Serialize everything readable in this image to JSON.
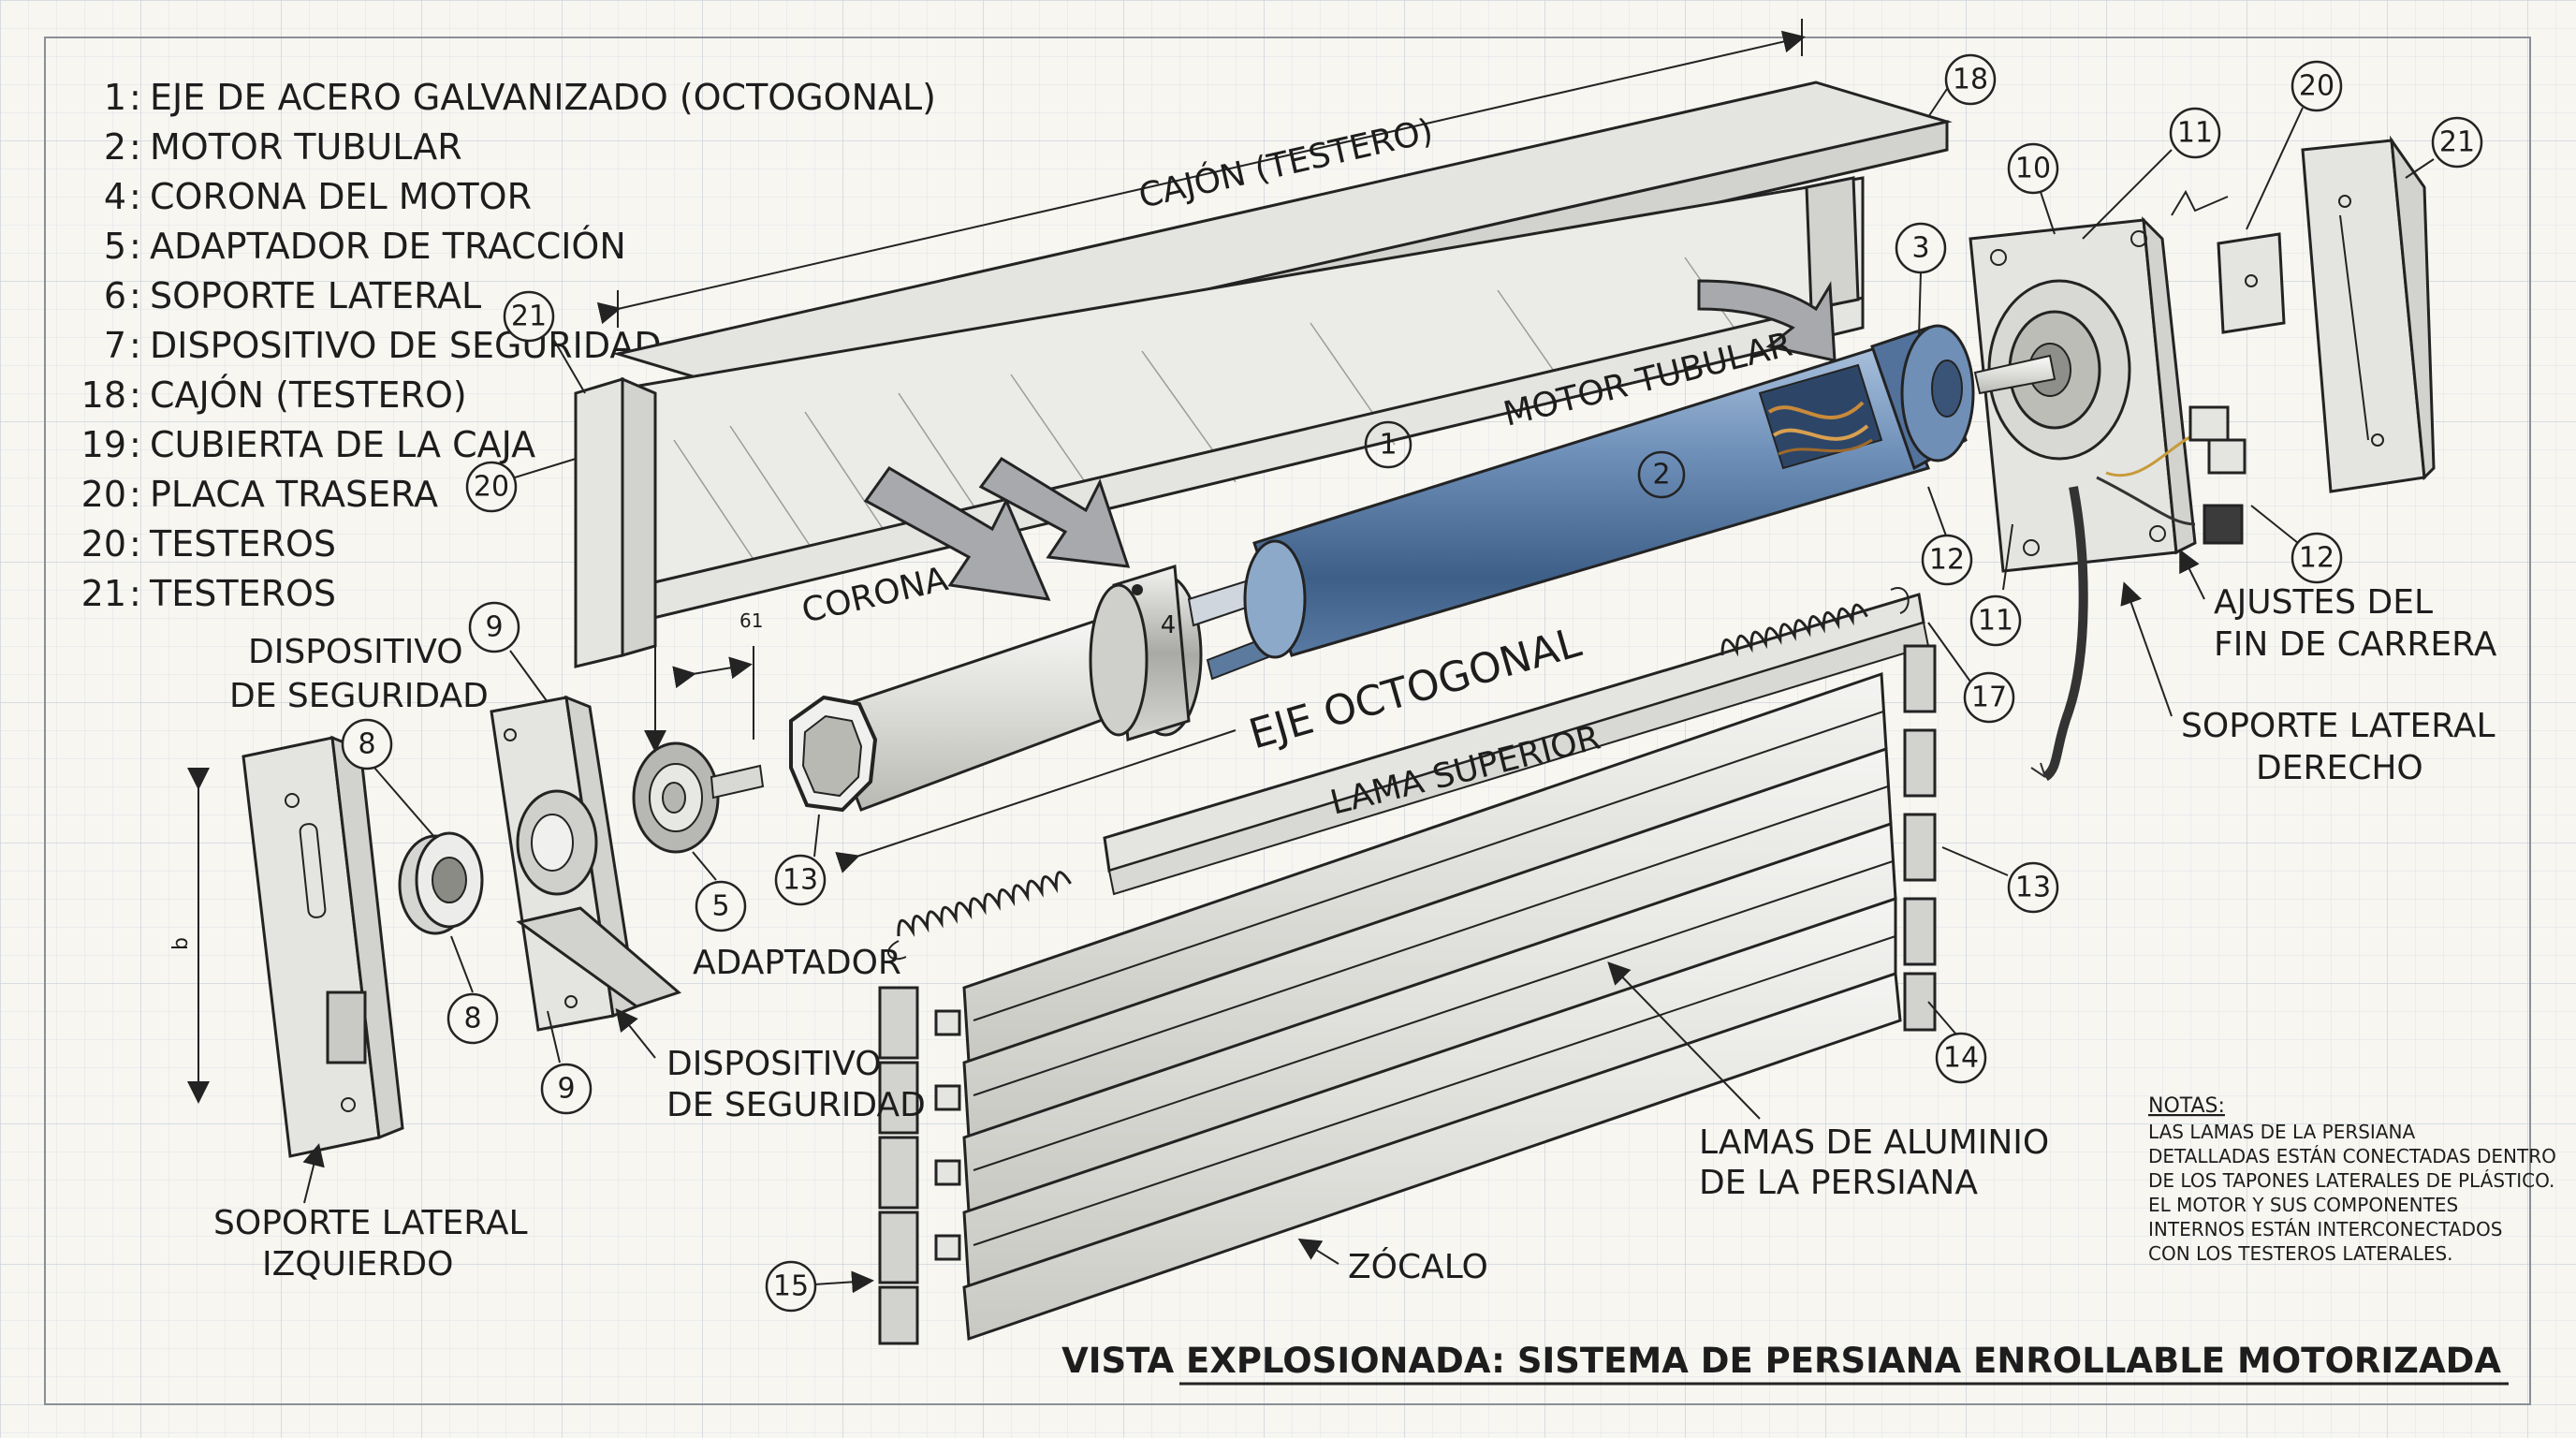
{
  "title": "VISTA EXPLOSIONADA: SISTEMA DE PERSIANA ENROLLABLE MOTORIZADA",
  "legend": [
    {
      "num": "1",
      "text": "EJE DE ACERO GALVANIZADO (OCTOGONAL)"
    },
    {
      "num": "2",
      "text": "MOTOR TUBULAR"
    },
    {
      "num": "4",
      "text": "CORONA DEL MOTOR"
    },
    {
      "num": "5",
      "text": "ADAPTADOR DE TRACCIÓN"
    },
    {
      "num": "6",
      "text": "SOPORTE LATERAL"
    },
    {
      "num": "7",
      "text": "DISPOSITIVO DE SEGURIDAD"
    },
    {
      "num": "18",
      "text": "CAJÓN (TESTERO)"
    },
    {
      "num": "19",
      "text": "CUBIERTA DE LA CAJA"
    },
    {
      "num": "20",
      "text": "PLACA TRASERA"
    },
    {
      "num": "20",
      "text": "TESTEROS"
    },
    {
      "num": "21",
      "text": "TESTEROS"
    }
  ],
  "labels": {
    "cajon": "CAJÓN (TESTERO)",
    "motor_tubular": "MOTOR TUBULAR",
    "corona": "CORONA",
    "eje_octogonal": "EJE OCTOGONAL",
    "lama_superior": "LAMA SUPERIOR",
    "dispositivo_seguridad_1": "DISPOSITIVO",
    "dispositivo_seguridad_2": "DE SEGURIDAD",
    "adaptador": "ADAPTADOR",
    "dispositivo_bottom_1": "DISPOSITIVO",
    "dispositivo_bottom_2": "DE SEGURIDAD",
    "soporte_izq_1": "SOPORTE LATERAL",
    "soporte_izq_2": "IZQUIERDO",
    "lamas_1": "LAMAS DE ALUMINIO",
    "lamas_2": "DE LA PERSIANA",
    "zocalo": "ZÓCALO",
    "ajustes_1": "AJUSTES DEL",
    "ajustes_2": "FIN DE CARRERA",
    "soporte_der_1": "SOPORTE LATERAL",
    "soporte_der_2": "DERECHO",
    "dim_61": "61",
    "dim_b": "b"
  },
  "callouts": [
    "18",
    "21",
    "20",
    "3",
    "10",
    "11",
    "20",
    "21",
    "1",
    "2",
    "12",
    "11",
    "12",
    "9",
    "8",
    "8",
    "9",
    "5",
    "13",
    "17",
    "13",
    "14",
    "15",
    "4"
  ],
  "notes": {
    "heading": "NOTAS:",
    "lines": [
      "LAS LAMAS DE LA PERSIANA",
      "DETALLADAS ESTÁN CONECTADAS DENTRO",
      "DE LOS TAPONES LATERALES DE PLÁSTICO.",
      "EL MOTOR Y SUS COMPONENTES",
      "INTERNOS ESTÁN INTERCONECTADOS",
      "CON LOS TESTEROS LATERALES."
    ]
  },
  "colors": {
    "paper": "#f7f6f1",
    "grid": "#d9dde4",
    "ink": "#232323",
    "motor_blue": "#6d8fb8",
    "metal": "#e4e4e1"
  }
}
